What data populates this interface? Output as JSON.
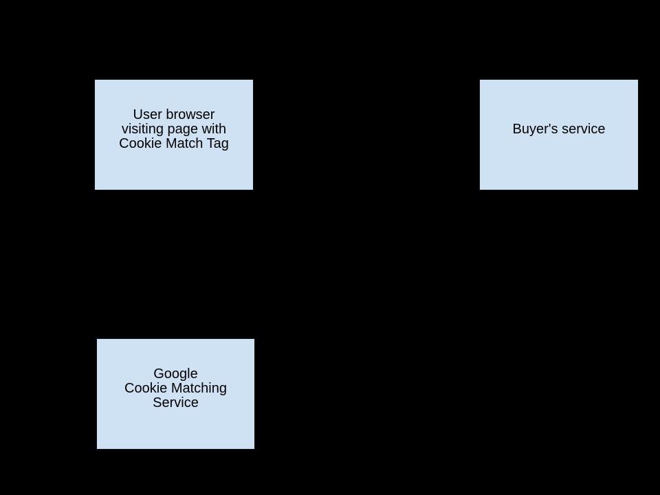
{
  "diagram": {
    "background_color": "#000000",
    "node_fill_color": "#cfe2f3",
    "node_border_color": "#0a0f14",
    "node_text_color": "#000000",
    "nodes": [
      {
        "id": "user-browser",
        "label": "User browser\nvisiting page with\nCookie Match Tag"
      },
      {
        "id": "buyers-service",
        "label": "Buyer's service"
      },
      {
        "id": "google-cookie-matching-service",
        "label": "Google\nCookie Matching\nService"
      }
    ]
  }
}
